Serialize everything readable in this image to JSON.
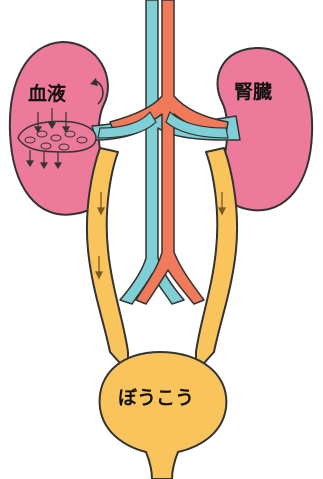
{
  "labels": {
    "blood": "血液",
    "kidney": "腎臓",
    "bladder": "ぼうこう"
  },
  "colors": {
    "kidney": "#ee7a9b",
    "urine": "#f9c45c",
    "artery": "#f07a5a",
    "vein": "#7fd0d6",
    "outline": "#333333"
  }
}
